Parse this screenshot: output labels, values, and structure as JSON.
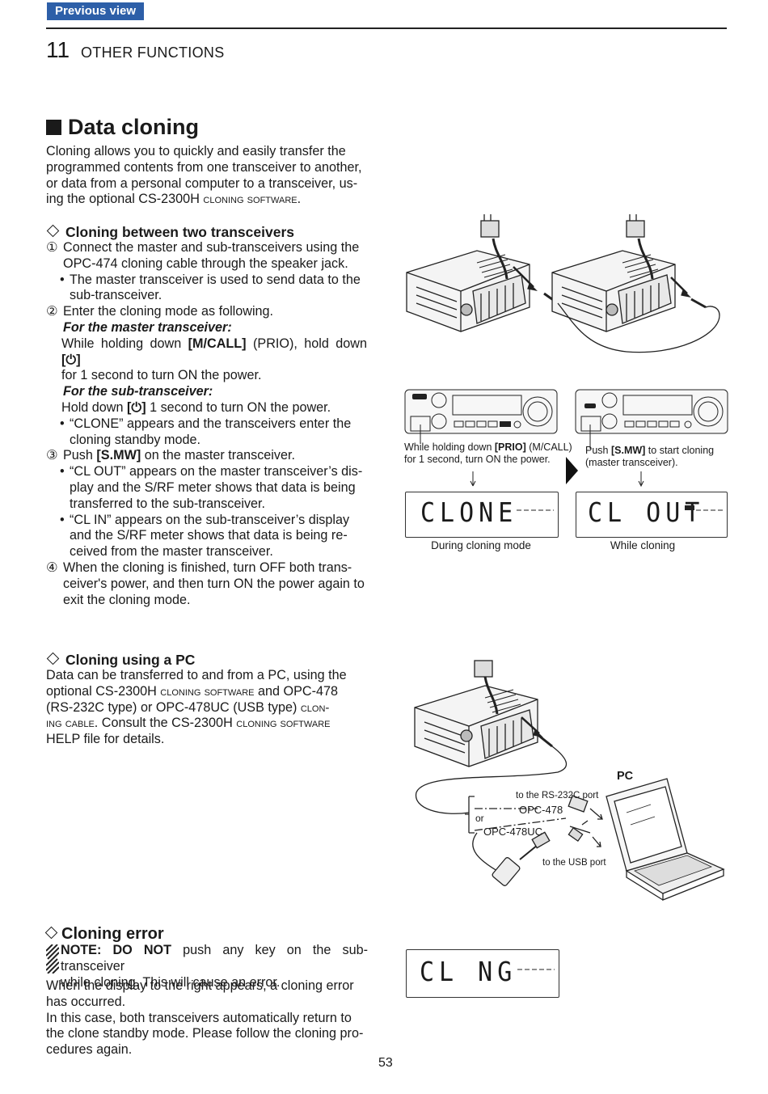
{
  "nav": {
    "previous_label": "Previous view"
  },
  "header": {
    "chapter_number": "11",
    "chapter_title": "OTHER FUNCTIONS"
  },
  "section": {
    "title": "Data cloning",
    "intro": [
      "Cloning allows you to quickly and easily transfer the",
      "programmed contents from one transceiver to another,",
      "or data from a personal computer to a transceiver, us-",
      "ing the optional CS-2300H ",
      "cloning software",
      "."
    ]
  },
  "two": {
    "heading": "Cloning between two transceivers",
    "s1_num": "①",
    "s1_l1": "Connect the master and sub-transceivers using the",
    "s1_l2": "OPC-474 cloning cable through the speaker jack.",
    "s1_b1_l1": "The master transceiver is used to send data to the",
    "s1_b1_l2": "sub-transceiver.",
    "s2_num": "②",
    "s2_l1": "Enter the cloning mode as following.",
    "master_label": "For the master transceiver:",
    "master_l1_a": "While holding down ",
    "master_l1_b": "[M/CALL]",
    "master_l1_c": " (PRIO), hold down ",
    "master_l1_d": "[⏻]",
    "master_l2": "for 1 second to turn ON the power.",
    "sub_label": "For the sub-transceiver:",
    "sub_l1_a": "Hold down ",
    "sub_l1_b": "[⏻]",
    "sub_l1_c": " 1 second to turn ON the power.",
    "s2_b1_l1": "“CLONE” appears and the transceivers enter the",
    "s2_b1_l2": "cloning standby mode.",
    "s3_num": "③",
    "s3_a": "Push ",
    "s3_b": "[S.MW]",
    "s3_c": " on the master transceiver.",
    "s3_b1_l1": "“CL OUT” appears on the master transceiver’s dis-",
    "s3_b1_l2": "play and the S/RF meter shows that data is being",
    "s3_b1_l3": "transferred to the sub-transceiver.",
    "s3_b2_l1": "“CL IN” appears on the sub-transceiver’s display",
    "s3_b2_l2": "and the S/RF meter shows that data is being re-",
    "s3_b2_l3": "ceived from the master transceiver.",
    "s4_num": "④",
    "s4_l1": "When the cloning is finished, turn OFF both trans-",
    "s4_l2": "ceiver's power, and then turn ON the power again to",
    "s4_l3": "exit the cloning mode."
  },
  "fig1": {
    "cap_left_a": "While holding down ",
    "cap_left_b": "[PRIO]",
    "cap_left_c": " (M/CALL)",
    "cap_left_l2": "for 1 second, turn ON the power.",
    "cap_right_a": "Push ",
    "cap_right_b": "[S.MW]",
    "cap_right_c": " to start cloning",
    "cap_right_l2": "(master transceiver).",
    "lcd_left": "CLONE",
    "lcd_right": "CL OUT",
    "lcd_left_caption": "During cloning mode",
    "lcd_right_caption": "While cloning"
  },
  "pc": {
    "heading": "Cloning using a PC",
    "l1": "Data can be transferred to and from a PC, using the",
    "l2_a": "optional CS-2300H ",
    "l2_b": "cloning software",
    "l2_c": " and OPC-478",
    "l3_a": "(RS-232C type) or OPC-478UC (USB type) ",
    "l3_b": "clon-",
    "l4_a": "ing cable",
    "l4_b": ". Consult the CS-2300H ",
    "l4_c": "cloning software",
    "l5": "HELP file for details."
  },
  "fig2": {
    "pc_label": "PC",
    "rs232_label": "to the RS-232C port",
    "opc478": "OPC-478",
    "or_label": "or",
    "opc478uc": "OPC-478UC",
    "usb_label": "to the USB port"
  },
  "err": {
    "heading": "Cloning error",
    "note_a": "NOTE: DO NOT",
    "note_b": " push any key on the sub-transceiver",
    "note_l2": "while cloning. This will cause an error.",
    "p1_l1": "When the display to the right appears, a cloning error",
    "p1_l2": "has occurred.",
    "p2_l1": "In this case, both transceivers automatically return to",
    "p2_l2": "the clone standby mode. Please follow the cloning pro-",
    "p2_l3": "cedures again.",
    "lcd": "CL NG"
  },
  "footer": {
    "page_number": "53"
  }
}
